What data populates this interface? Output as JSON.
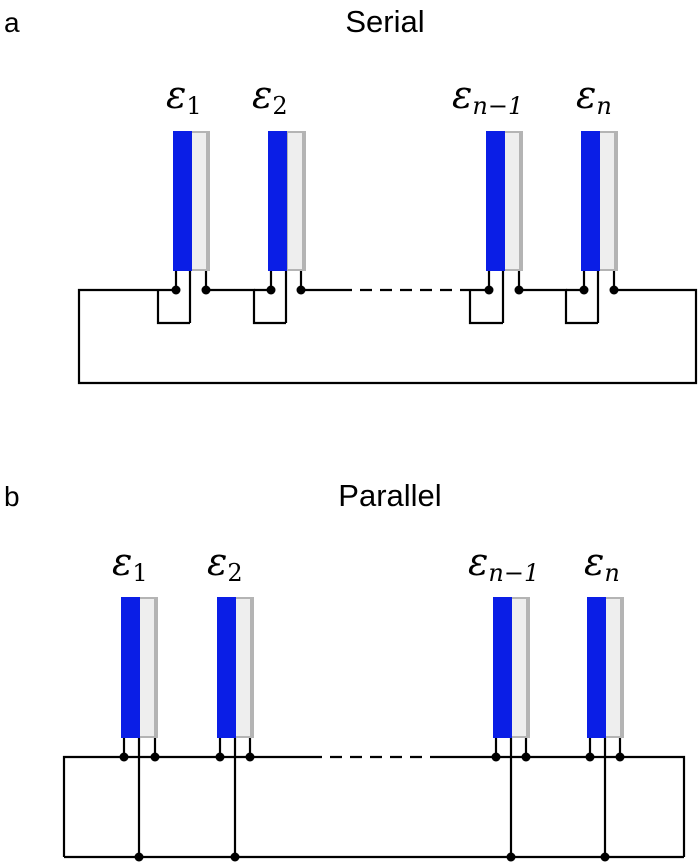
{
  "colors": {
    "electrode_front": "#0a1ee6",
    "electrode_back": "#b4b4b4",
    "electrode_gap": "#eeeeee",
    "wire": "#000000"
  },
  "panels": [
    {
      "id": "a",
      "letter": "a",
      "title": "Serial",
      "connection": "serial",
      "cells": [
        {
          "symbol": "ε",
          "subscript": "1"
        },
        {
          "symbol": "ε",
          "subscript": "2"
        },
        {
          "symbol": "ε",
          "subscript": "n−1"
        },
        {
          "symbol": "ε",
          "subscript": "n"
        }
      ]
    },
    {
      "id": "b",
      "letter": "b",
      "title": "Parallel",
      "connection": "parallel",
      "cells": [
        {
          "symbol": "ε",
          "subscript": "1"
        },
        {
          "symbol": "ε",
          "subscript": "2"
        },
        {
          "symbol": "ε",
          "subscript": "n−1"
        },
        {
          "symbol": "ε",
          "subscript": "n"
        }
      ]
    }
  ]
}
